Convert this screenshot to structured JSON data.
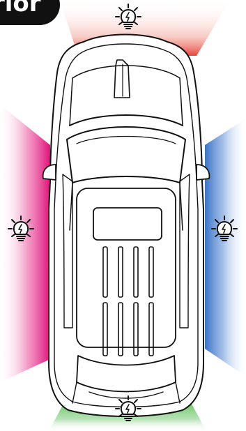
{
  "badge": {
    "text": "rior"
  },
  "light_zones": [
    {
      "name": "front",
      "color": "#e9453a"
    },
    {
      "name": "left",
      "color": "#e0127a"
    },
    {
      "name": "right",
      "color": "#3a73c7"
    },
    {
      "name": "rear",
      "color": "#46b83c"
    }
  ],
  "icons": {
    "light": "lightbulb-icon"
  }
}
